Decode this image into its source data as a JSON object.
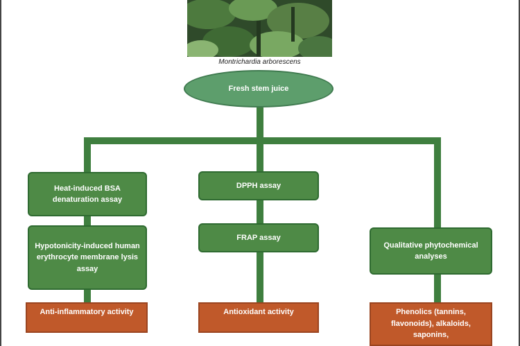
{
  "photo": {
    "caption": "Montrichardia arborescens"
  },
  "root": {
    "label": "Fresh stem juice"
  },
  "left": {
    "box1": "Heat-induced BSA denaturation assay",
    "box2": "Hypotonicity-induced human erythrocyte membrane lysis assay",
    "result": "Anti-inflammatory activity"
  },
  "middle": {
    "box1": "DPPH assay",
    "box2": "FRAP assay",
    "result": "Antioxidant activity"
  },
  "right": {
    "box1": "Qualitative phytochemical analyses",
    "result": "Phenolics (tannins, flavonoids), alkaloids, saponins,"
  },
  "colors": {
    "green_box": "#4e8a46",
    "orange_box": "#c0592a",
    "ellipse": "#5d9e6c"
  }
}
